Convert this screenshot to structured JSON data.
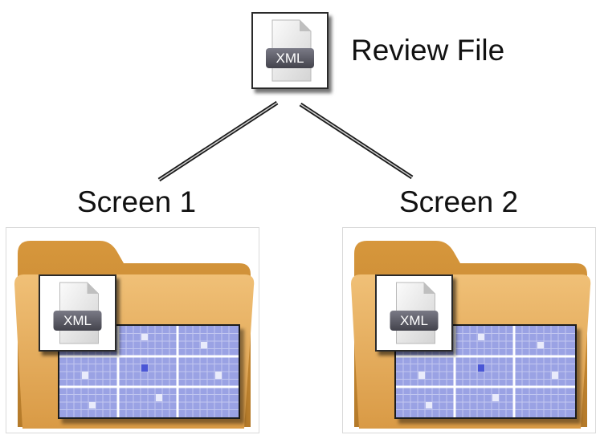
{
  "root": {
    "label": "Review File",
    "icon_text": "XML"
  },
  "screens": [
    {
      "label": "Screen 1",
      "icon_text": "XML"
    },
    {
      "label": "Screen 2",
      "icon_text": "XML"
    }
  ],
  "icons": {
    "document": "xml-document-icon",
    "folder": "folder-icon",
    "plate": "plate-grid-icon"
  },
  "colors": {
    "folder": "#e0a94f",
    "plate": "#9aa2e4",
    "xml_badge": "#5a5a66"
  }
}
